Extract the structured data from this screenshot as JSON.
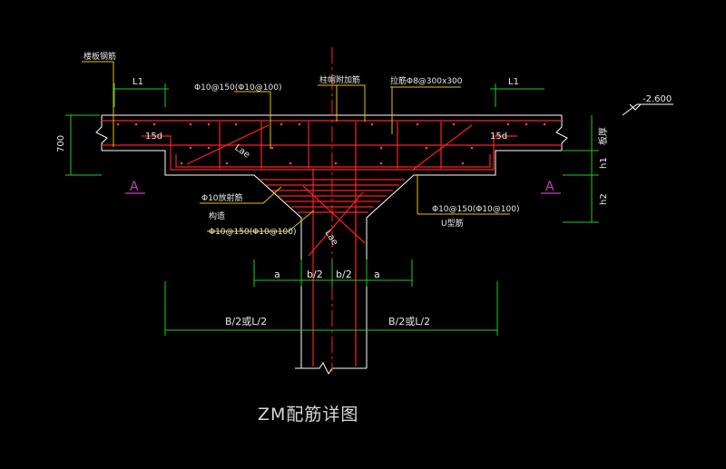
{
  "drawing": {
    "title": "ZM配筋详图",
    "colors": {
      "background": "#000000",
      "rebar": "#ff2020",
      "concrete": "#ffffff",
      "dimension": "#22cc22",
      "leader": "#e6c200",
      "centerline": "#ff2020",
      "section_mark": "#c040c0",
      "elevation": "#ffffff"
    }
  },
  "labels": {
    "slab_rebar": "楼板钢筋",
    "l1_left": "L1",
    "l1_right": "L1",
    "top_rebar": "Φ10@150(Φ10@100)",
    "column_anchor": "柱帽附加筋",
    "tie": "拉筋Φ8@300x300",
    "elevation": "-2.600",
    "h_left": "700",
    "slab_thk": "板厚",
    "h1": "h1",
    "h2": "h2",
    "anchor_15d_left": "15d",
    "anchor_15d_right": "15d",
    "lae_upper": "Lae",
    "lae_lower": "Lae",
    "section_a_left": "A",
    "section_a_right": "A",
    "slope_rebar": "Φ10放射筋",
    "stirrup": "构造",
    "slope_spacing": "Φ10@150(Φ10@100)",
    "u_rebar_spacing": "Φ10@150(Φ10@100)",
    "u_rebar": "U型筋",
    "dim_a_left": "a",
    "dim_b_half_left": "b/2",
    "dim_b_half_right": "b/2",
    "dim_a_right": "a",
    "dim_B_left": "B/2或L/2",
    "dim_B_right": "B/2或L/2"
  }
}
